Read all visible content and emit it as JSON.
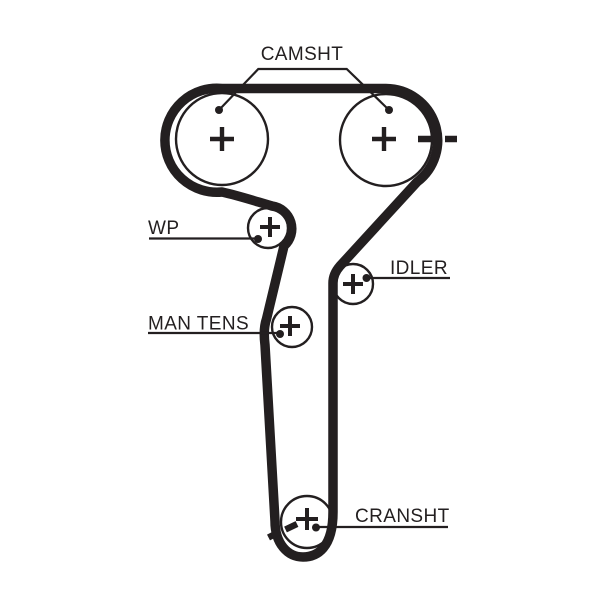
{
  "colors": {
    "ink": "#231f20",
    "background": "#ffffff"
  },
  "diagram": {
    "kind": "timing-belt-routing-diagram",
    "labels": {
      "camshaft": "CAMSHT",
      "water_pump": "WP",
      "idler": "IDLER",
      "manual_tensioner": "MAN TENS",
      "crankshaft": "CRANSHT"
    },
    "pulleys": [
      {
        "name": "camshaft-pulley-left",
        "label_key": "camshaft",
        "center_mark": "cross"
      },
      {
        "name": "camshaft-pulley-right",
        "label_key": "camshaft",
        "center_mark": "cross",
        "timing_mark": "horizontal-dashes-right"
      },
      {
        "name": "water-pump-pulley",
        "label_key": "water_pump",
        "center_mark": "cross"
      },
      {
        "name": "idler-pulley",
        "label_key": "idler",
        "center_mark": "cross"
      },
      {
        "name": "manual-tensioner-pulley",
        "label_key": "manual_tensioner",
        "center_mark": "cross"
      },
      {
        "name": "crankshaft-pulley",
        "label_key": "crankshaft",
        "center_mark": "cross",
        "timing_mark": "diagonal-dashes-lower-left"
      }
    ]
  }
}
